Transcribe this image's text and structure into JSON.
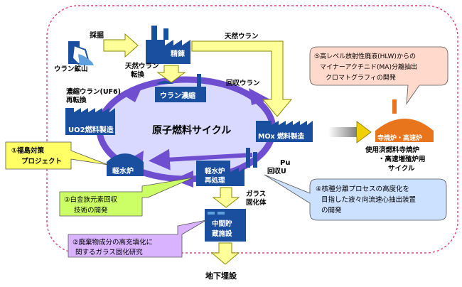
{
  "labels": {
    "saikutsu": "採掘",
    "uran_kozan": "ウラン鉱山",
    "seiren": "精錬",
    "tennen_uran": "天然ウラン",
    "tennen_uran_2": "天然ウラン",
    "tenkan": "転換",
    "uran_noshuku": "ウラン濃縮",
    "kaishu_uran": "回収ウラン",
    "noshuku_uf6": "濃縮ウラン(UF6)",
    "saitenkan": "再転換",
    "uo2_seizo": "UO2燃料製造",
    "cycle_title": "原子燃料サイクル",
    "mox_seizo": "MOx 燃料製造",
    "keisuiro": "軽水炉",
    "keisuiro_saishori_1": "軽水炉",
    "keisuiro_saishori_2": "再処理",
    "pu": "Pu",
    "kaishu_u": "回収U",
    "glass_1": "ガラス",
    "glass_2": "固化体",
    "chukan_1": "中間貯",
    "chukan_2": "蔵施設",
    "chika": "地下埋設",
    "kyoryo": "高速炉",
    "sep_dot": "・",
    "jusho": "寺焼炉",
    "fast_1": "使用済燃料寺焼炉",
    "fast_2": "・高速増殖炉用",
    "fast_3": "サイクル"
  },
  "callouts": [
    {
      "lines": [
        "①福島対策",
        "プロジェクト"
      ],
      "color": "#ffff66"
    },
    {
      "lines": [
        "③白金族元素回収",
        "技術の開発"
      ],
      "color": "#ccff66"
    },
    {
      "lines": [
        "②廃棄物成分の高充填化に",
        "関するガラス固化研究"
      ],
      "color": "#d9b3ff"
    },
    {
      "lines": [
        "④核種分離プロセスの高度化を",
        "目指した液々向流速心抽出装置",
        "の開発"
      ],
      "color": "#cce0ff"
    },
    {
      "lines": [
        "⑤高レベル放射性廃液(HLW)からの",
        "マイナーアクチニド(MA)分離抽出",
        "クロマトグラフィの開発"
      ],
      "color": "#ffd9cc"
    }
  ],
  "colors": {
    "factory": "#1a4fa0",
    "arrow_yellow": "#ffff99",
    "cycle_fill": "#d9d9ff",
    "cycle_stroke": "#6f4fd0",
    "dashed_border": "#e0407a",
    "reactor_orange": "#e8741c"
  }
}
